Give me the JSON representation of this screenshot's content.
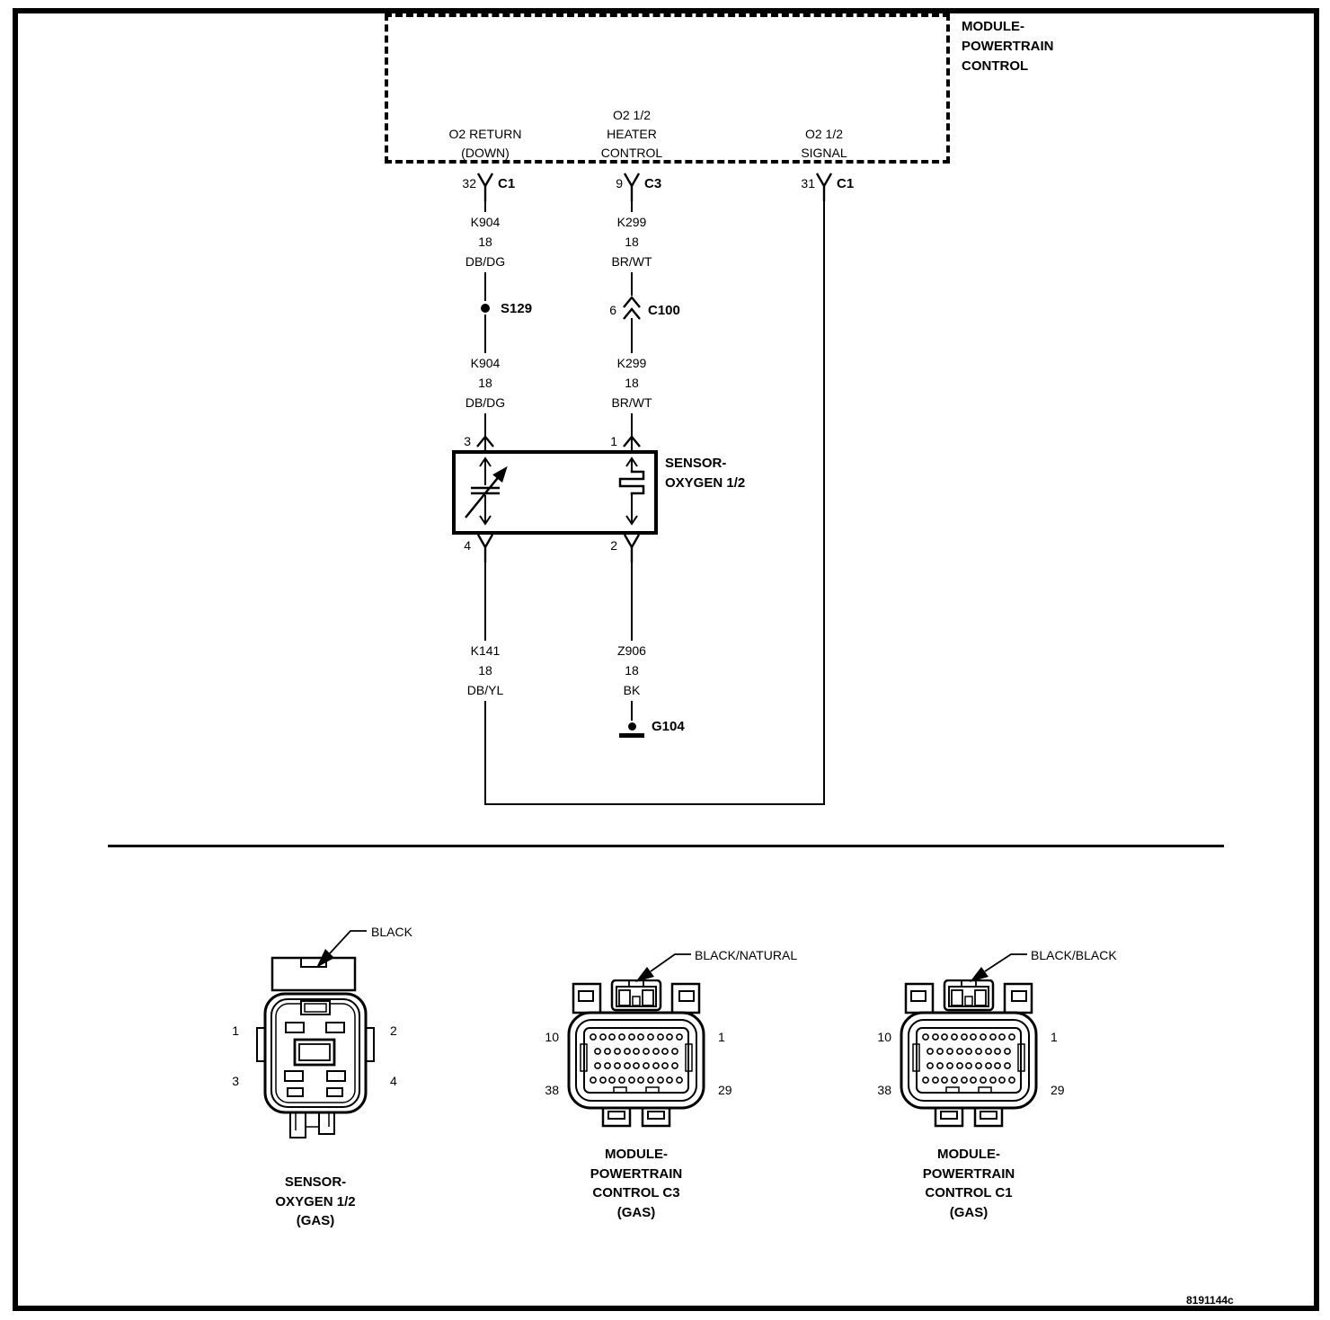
{
  "doc_id": "8191144c",
  "colors": {
    "ink": "#000000",
    "background": "#ffffff"
  },
  "schematic": {
    "module": {
      "name_lines": [
        "MODULE-",
        "POWERTRAIN",
        "CONTROL"
      ],
      "pins": [
        {
          "function_lines": [
            "O2 RETURN",
            "(DOWN)"
          ],
          "pin_number": "32",
          "connector": "C1"
        },
        {
          "function_lines": [
            "O2 1/2",
            "HEATER",
            "CONTROL"
          ],
          "pin_number": "9",
          "connector": "C3"
        },
        {
          "function_lines": [
            "O2 1/2",
            "SIGNAL"
          ],
          "pin_number": "31",
          "connector": "C1"
        }
      ]
    },
    "wire_labels": {
      "return_upper": {
        "circuit": "K904",
        "gauge": "18",
        "color": "DB/DG"
      },
      "heater_upper": {
        "circuit": "K299",
        "gauge": "18",
        "color": "BR/WT"
      },
      "return_lower": {
        "circuit": "K904",
        "gauge": "18",
        "color": "DB/DG"
      },
      "heater_lower": {
        "circuit": "K299",
        "gauge": "18",
        "color": "BR/WT"
      },
      "signal_return": {
        "circuit": "K141",
        "gauge": "18",
        "color": "DB/YL"
      },
      "ground_wire": {
        "circuit": "Z906",
        "gauge": "18",
        "color": "BK"
      }
    },
    "splice": "S129",
    "inline_connector": {
      "pin_number": "6",
      "name": "C100"
    },
    "ground_point": "G104",
    "sensor": {
      "name_lines": [
        "SENSOR-",
        "OXYGEN 1/2"
      ],
      "pin_top_left": "3",
      "pin_top_right": "1",
      "pin_bottom_left": "4",
      "pin_bottom_right": "2"
    }
  },
  "connector_views": [
    {
      "face_color": "BLACK",
      "caption_lines": [
        "SENSOR-",
        "OXYGEN 1/2",
        "(GAS)"
      ],
      "pin_tl": "1",
      "pin_tr": "2",
      "pin_bl": "3",
      "pin_br": "4"
    },
    {
      "face_color": "BLACK/NATURAL",
      "caption_lines": [
        "MODULE-",
        "POWERTRAIN",
        "CONTROL C3",
        "(GAS)"
      ],
      "pin_tl": "10",
      "pin_tr": "1",
      "pin_bl": "38",
      "pin_br": "29"
    },
    {
      "face_color": "BLACK/BLACK",
      "caption_lines": [
        "MODULE-",
        "POWERTRAIN",
        "CONTROL C1",
        "(GAS)"
      ],
      "pin_tl": "10",
      "pin_tr": "1",
      "pin_bl": "38",
      "pin_br": "29"
    }
  ]
}
